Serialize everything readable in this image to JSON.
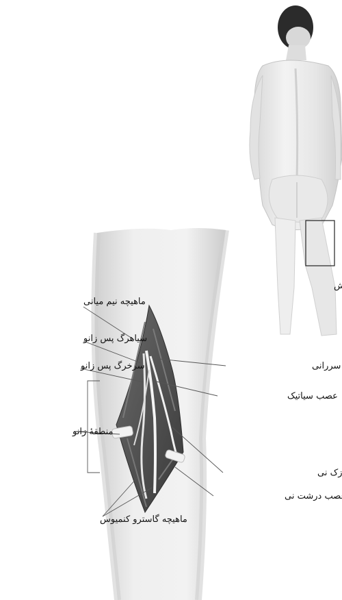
{
  "labels": {
    "incision_site": "محل برش",
    "semimembranosus": "ماهیچه نیم میانی",
    "popliteal_vein": "سیاهرگ پس زانو",
    "popliteal_artery": "سرخرگ پس زانو",
    "popliteal_region": "منطقهٔ زانو",
    "gastrocnemius": "ماهیچه گاسترو کنمیوس",
    "biceps_femoris": "ماهیچهٔ دو سررانی",
    "sciatic_nerve": "عصب سیاتیک",
    "common_peroneal_nerve": "عصب مشترک نازک نی",
    "tibial_nerve": "عصب درشت نی"
  },
  "colors": {
    "skin": "#ececec",
    "skin_shadow": "#d4d4d4",
    "muscle": "#5f5f5f",
    "muscle_dark": "#3c3c3c",
    "nerve": "#f2f2f2",
    "leader": "#555555"
  }
}
